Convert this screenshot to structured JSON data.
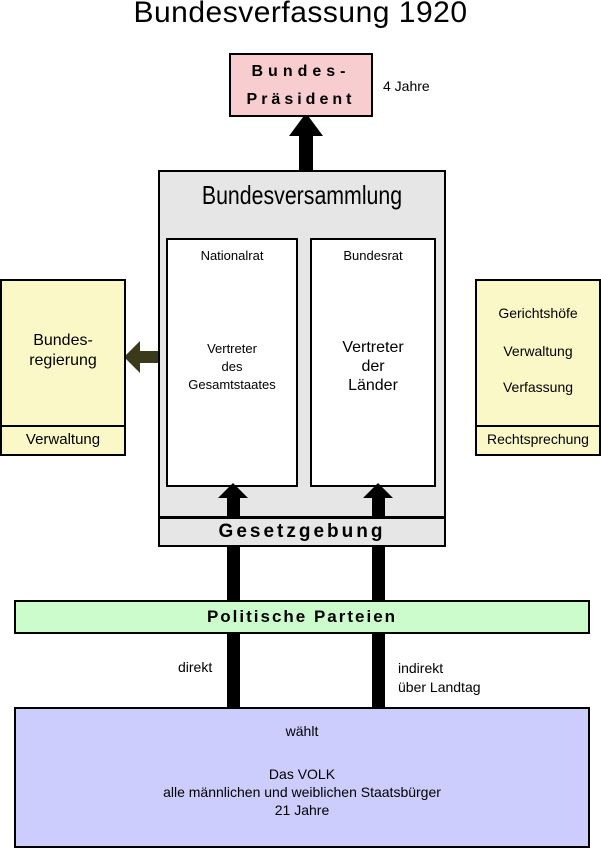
{
  "title": "Bundesverfassung 1920",
  "president": {
    "line1": "Bundes-",
    "line2": "Präsident",
    "term": "4 Jahre"
  },
  "assembly": {
    "title": "Bundesversammlung",
    "nationalrat": {
      "name": "Nationalrat",
      "description": [
        "Vertreter",
        "des",
        "Gesamtstaates"
      ]
    },
    "bundesrat": {
      "name": "Bundesrat",
      "description": [
        "Vertreter",
        "der",
        "Länder"
      ]
    },
    "function": "Gesetzgebung"
  },
  "government": {
    "name": [
      "Bundes-",
      "regierung"
    ],
    "function": "Verwaltung"
  },
  "judiciary": {
    "items": [
      "Gerichtshöfe",
      "Verwaltung",
      "Verfassung"
    ],
    "function": "Rechtsprechung"
  },
  "parties": "Politische Parteien",
  "election_direct": "direkt",
  "election_indirect": [
    "indirekt",
    "über Landtag"
  ],
  "people": {
    "verb": "wählt",
    "lines": [
      "Das VOLK",
      "alle männlichen und weiblichen Staatsbürger",
      "21 Jahre"
    ]
  },
  "colors": {
    "president_fill": "#f7cdd0",
    "assembly_fill": "#e6e6e6",
    "side_fill": "#fbf8c8",
    "parties_fill": "#ccfccc",
    "people_fill": "#cccdfd",
    "arrow_main": "#000000",
    "arrow_government": "#3a3a1a"
  }
}
